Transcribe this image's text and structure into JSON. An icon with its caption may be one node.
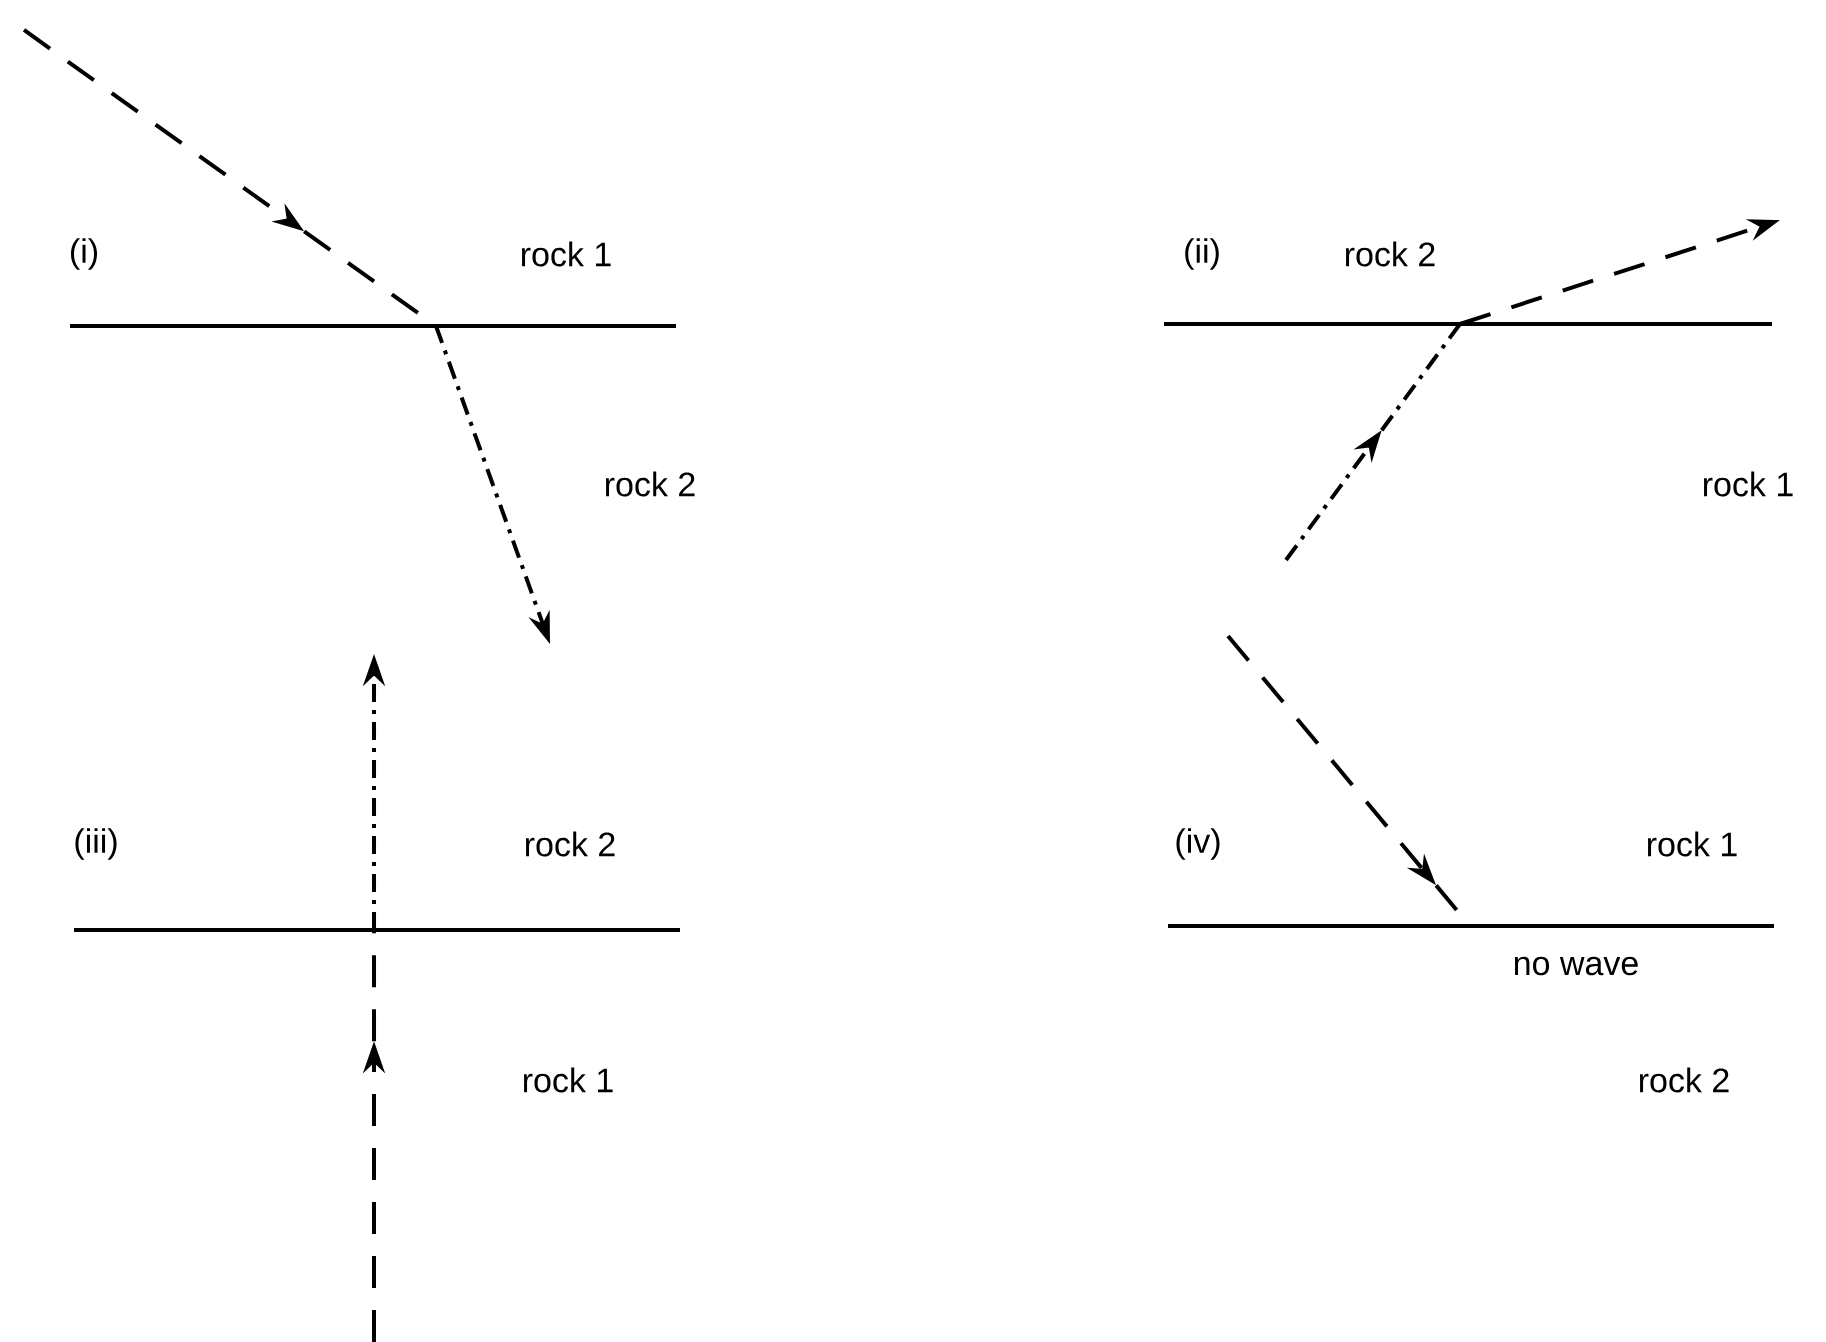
{
  "diagram": {
    "labels": [
      "(i)",
      "rock 1",
      "(ii)",
      "rock 2",
      "rock 2",
      "rock 1",
      "(iii)",
      "rock 2",
      "(iv)",
      "rock 1",
      "no wave",
      "rock 1",
      "rock 2"
    ]
  }
}
